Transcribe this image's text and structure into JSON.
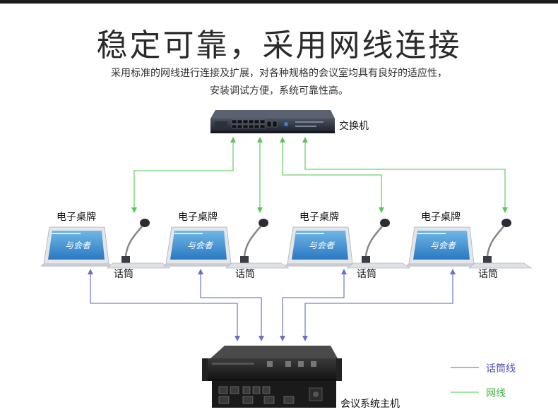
{
  "title": "稳定可靠，采用网线连接",
  "subtitle_line1": "采用标准的网线进行连接及扩展，对各种规格的会议室均具有良好的适应性，",
  "subtitle_line2": "安装调试方便，系统可靠性高。",
  "switch_label": "交换机",
  "nameplate_label": "电子桌牌",
  "mic_label": "话筒",
  "host_label": "会议系统主机",
  "screen_text": "与会者",
  "legend": {
    "mic_cable": "话筒线",
    "network_cable": "网线",
    "mic_cable_color": "#7b7fd0",
    "network_cable_color": "#6fd06f"
  },
  "stations": [
    {
      "nameplate": "电子桌牌",
      "mic": "话筒"
    },
    {
      "nameplate": "电子桌牌",
      "mic": "话筒"
    },
    {
      "nameplate": "电子桌牌",
      "mic": "话筒"
    },
    {
      "nameplate": "电子桌牌",
      "mic": "话筒"
    }
  ]
}
